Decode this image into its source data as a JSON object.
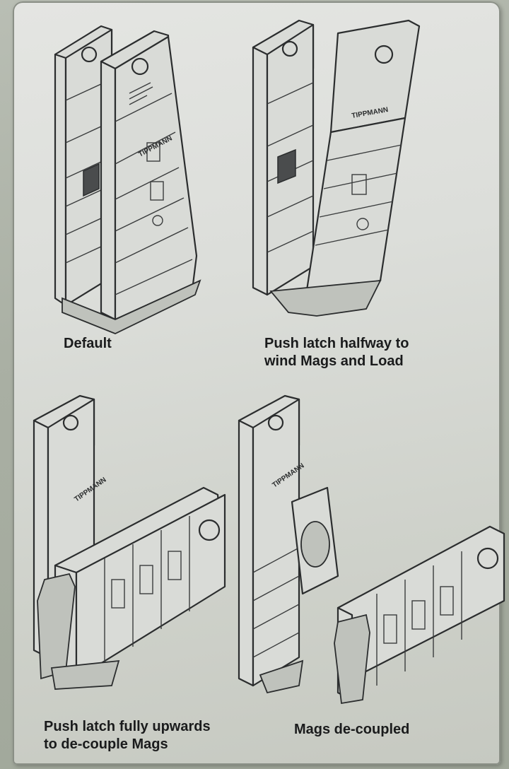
{
  "panels": [
    {
      "id": "default",
      "caption": "Default"
    },
    {
      "id": "halfway",
      "caption": "Push latch halfway to\nwind Mags and Load"
    },
    {
      "id": "fully",
      "caption": "Push latch fully upwards\nto de-couple Mags"
    },
    {
      "id": "decoupled",
      "caption": "Mags de-coupled"
    }
  ],
  "illustration": {
    "brand_marking": "TIPPMANN"
  }
}
